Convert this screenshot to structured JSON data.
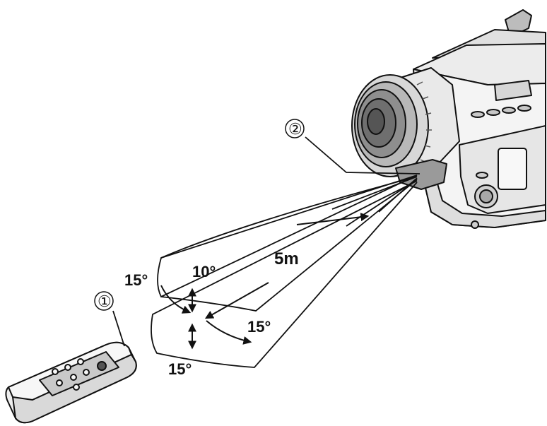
{
  "callouts": {
    "remote": "①",
    "sensor": "②"
  },
  "labels": {
    "distance": "5m",
    "angle_vertical_up": "10°",
    "angle_left": "15°",
    "angle_right": "15°",
    "angle_bottom": "15°"
  },
  "colors": {
    "line": "#111111",
    "body_fill": "#f1f1f1",
    "shade_fill": "#cfcfcf",
    "dark_fill": "#9a9a9a"
  }
}
